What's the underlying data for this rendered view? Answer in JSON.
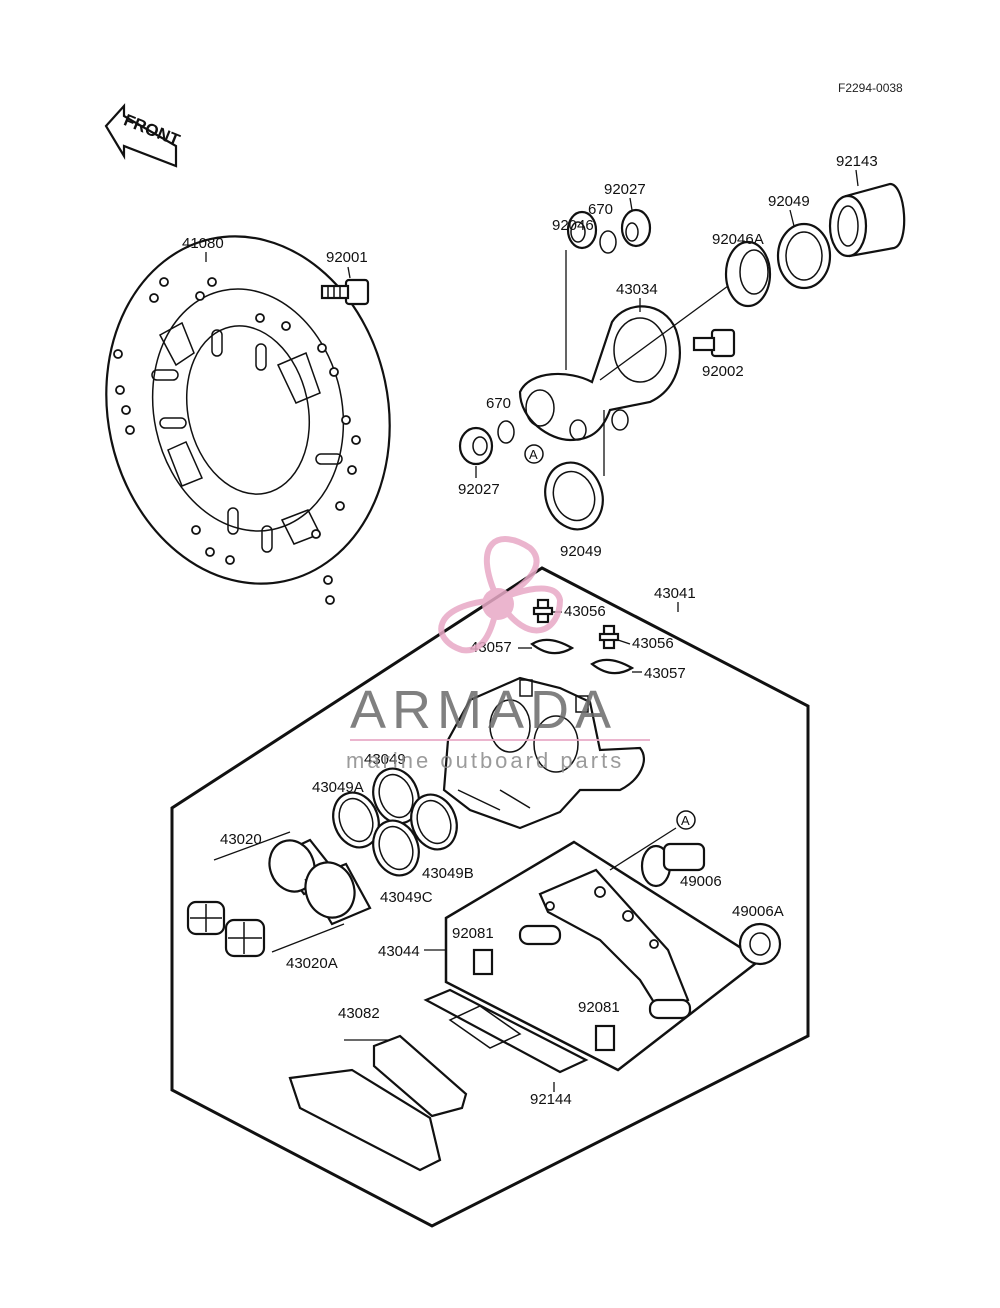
{
  "figure_code": "F2294-0038",
  "front_arrow": "FRONT",
  "watermark": {
    "brand": "ARMADA",
    "tagline": "marine outboard parts",
    "logo_icon": "propeller-icon"
  },
  "callout_marker": "A",
  "part_labels": {
    "p41080": "41080",
    "p92001": "92001",
    "p92027_top": "92027",
    "p670_top": "670",
    "p92046": "92046",
    "p43034": "43034",
    "p92143": "92143",
    "p92049_top": "92049",
    "p92046A": "92046A",
    "p92002": "92002",
    "p670_mid": "670",
    "p92027_mid": "92027",
    "p92049_mid": "92049",
    "p43041": "43041",
    "p43056_a": "43056",
    "p43056_b": "43056",
    "p43057_a": "43057",
    "p43057_b": "43057",
    "p43049": "43049",
    "p43049A": "43049A",
    "p43049B": "43049B",
    "p43049C": "43049C",
    "p43020": "43020",
    "p43020A": "43020A",
    "p49006": "49006",
    "p49006A": "49006A",
    "p43044": "43044",
    "p92081_a": "92081",
    "p92081_b": "92081",
    "p43082": "43082",
    "p92144": "92144"
  },
  "colors": {
    "line": "#111111",
    "watermark_pink": "#e8a9c6",
    "watermark_grey": "#6b6b6b"
  }
}
